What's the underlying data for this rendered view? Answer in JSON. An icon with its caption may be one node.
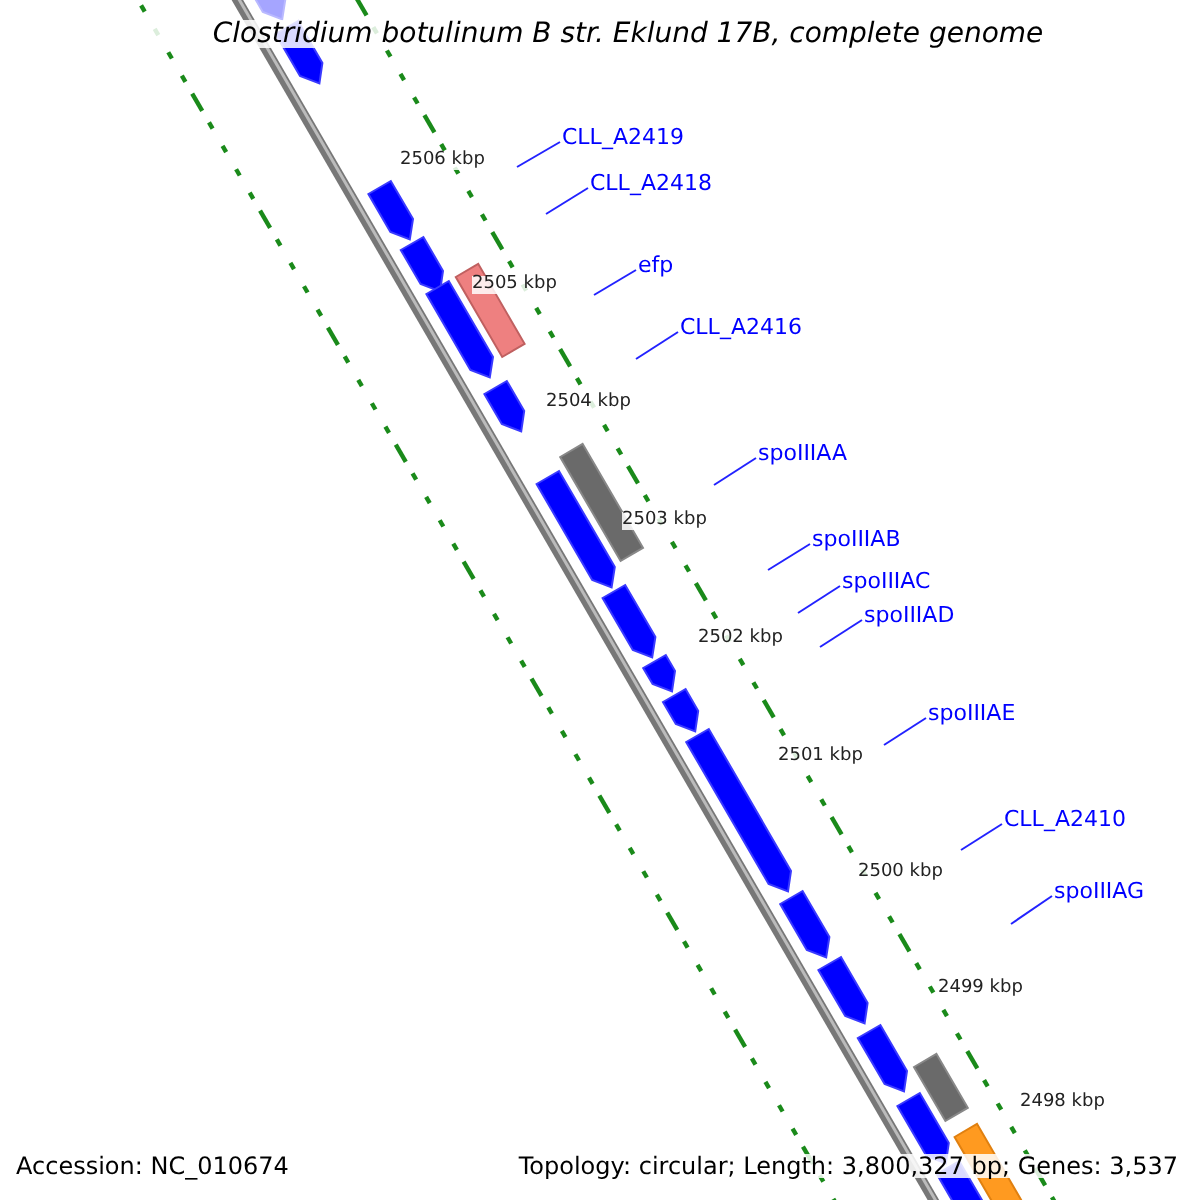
{
  "diagram": {
    "title": "Clostridium botulinum B str. Eklund 17B, complete genome",
    "nodes": [
      {
        "text": [
          "CLL_A2419"
        ]
      },
      {
        "text": [
          "CLL_A2418"
        ]
      },
      {
        "text": [
          "efp"
        ]
      },
      {
        "text": [
          "CLL_A2416"
        ]
      },
      {
        "text": [
          "spoIIIAA"
        ]
      },
      {
        "text": [
          "spoIIIAB"
        ]
      },
      {
        "text": [
          "spoIIIAC"
        ]
      },
      {
        "text": [
          "spoIIIAD"
        ]
      },
      {
        "text": [
          "spoIIIAE"
        ]
      },
      {
        "text": [
          "CLL_A2410"
        ]
      },
      {
        "text": [
          "spoIIIAG"
        ]
      }
    ],
    "edges": [
      {
        "from": 0,
        "to": null,
        "arrow": "none"
      },
      {
        "from": 1,
        "to": null,
        "arrow": "none"
      },
      {
        "from": 2,
        "to": null,
        "arrow": "none"
      },
      {
        "from": 3,
        "to": null,
        "arrow": "none"
      },
      {
        "from": 4,
        "to": null,
        "arrow": "none"
      },
      {
        "from": 5,
        "to": null,
        "arrow": "none"
      },
      {
        "from": 6,
        "to": null,
        "arrow": "none"
      },
      {
        "from": 7,
        "to": null,
        "arrow": "none"
      },
      {
        "from": 8,
        "to": null,
        "arrow": "none"
      },
      {
        "from": 9,
        "to": null,
        "arrow": "none"
      },
      {
        "from": 10,
        "to": null,
        "arrow": "none"
      }
    ],
    "labels": [
      "2506 kbp",
      "2505 kbp",
      "2504 kbp",
      "2503 kbp",
      "2502 kbp",
      "2501 kbp",
      "2500 kbp",
      "2499 kbp",
      "2498 kbp",
      "Accession: NC_010674",
      "Topology: circular; Length: 3,800,327 bp; Genes: 3,537"
    ]
  }
}
